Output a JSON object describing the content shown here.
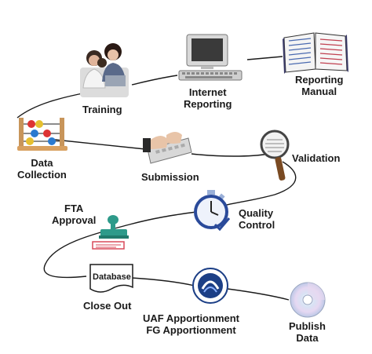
{
  "steps": {
    "training": "Training",
    "internet_reporting": [
      "Internet",
      "Reporting"
    ],
    "reporting_manual": [
      "Reporting",
      "Manual"
    ],
    "data_collection": [
      "Data",
      "Collection"
    ],
    "submission": "Submission",
    "validation": "Validation",
    "fta_approval": [
      "FTA",
      "Approval"
    ],
    "quality_control": [
      "Quality",
      "Control"
    ],
    "database_box": "Database",
    "close_out": "Close Out",
    "apportionment": [
      "UAF Apportionment",
      "FG Apportionment"
    ],
    "publish_data": [
      "Publish",
      "Data"
    ]
  },
  "colors": {
    "path_line": "#1a1a1a",
    "stamp_teal": "#2e9a8a",
    "stamp_red": "#d84a5a",
    "seal_blue": "#1c3f86"
  }
}
